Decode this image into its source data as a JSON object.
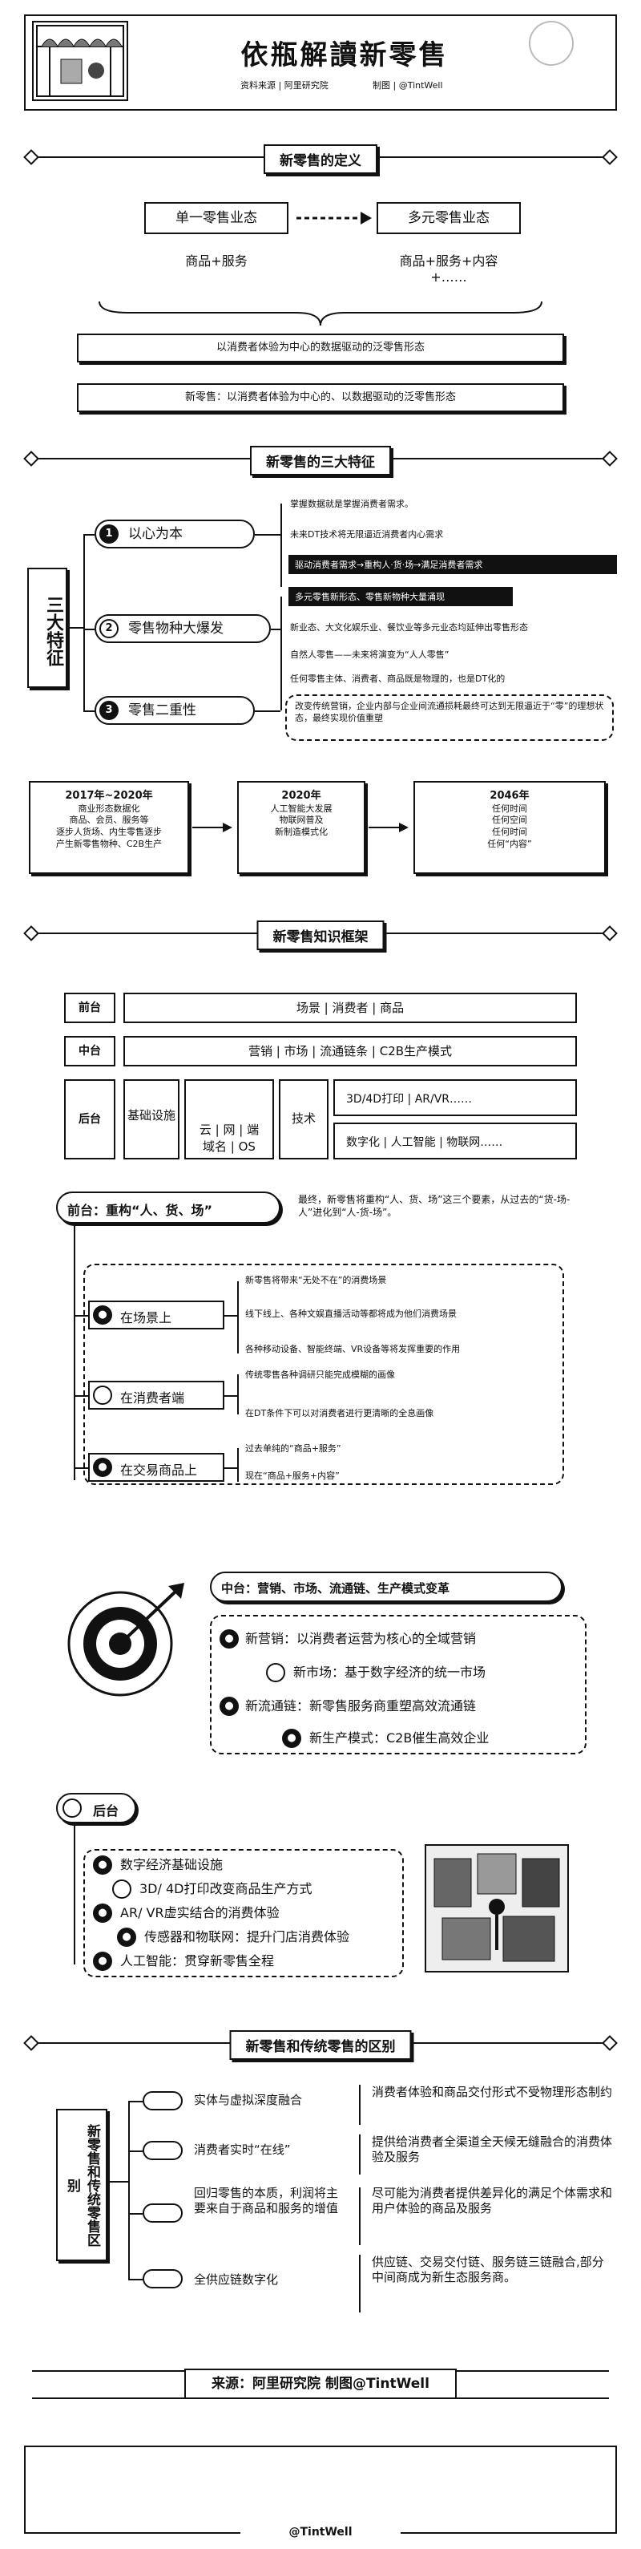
{
  "header": {
    "title": "依瓶解讀新零售",
    "source_left": "资料来源 | 阿里研究院",
    "source_right": "制图 | @TintWell"
  },
  "s1": {
    "banner": "新零售的定义",
    "from_label": "单一零售业态",
    "to_label": "多元零售业态",
    "from_sub": "商品+服务",
    "to_sub": "商品+服务+内容+……",
    "bar1": "以消费者体验为中心的数据驱动的泛零售形态",
    "bar2": "新零售：以消费者体验为中心的、以数据驱动的泛零售形态"
  },
  "s2": {
    "banner": "新零售的三大特征",
    "side_label": "三大特征",
    "f1": {
      "num": "1",
      "label": "以心为本"
    },
    "f2": {
      "num": "2",
      "label": "零售物种大爆发"
    },
    "f3": {
      "num": "3",
      "label": "零售二重性"
    },
    "notes1": [
      "掌握数据就是掌握消费者需求。",
      "未来DT技术将无限逼近消费者内心需求"
    ],
    "hl1": "驱动消费者需求→重构人·货·场→满足消费者需求",
    "hl2": "多元零售新形态、零售新物种大量涌现",
    "notes2": [
      "新业态、大文化娱乐业、餐饮业等多元业态均延伸出零售形态",
      "自然人零售——未来将演变为“人人零售”"
    ],
    "notes3": [
      "任何零售主体、消费者、商品既是物理的，也是DT化的",
      "改变传统营销，企业内部与企业间流通损耗最终可达到无限逼近于“零”的理想状态，最终实现价值重塑"
    ],
    "timeline": [
      {
        "title": "2017年~2020年",
        "text": "商业形态数据化\n商品、会员、服务等\n逐步人货场、内生零售逐步\n产生新零售物种、C2B生产"
      },
      {
        "title": "2020年",
        "text": "人工智能大发展\n物联网普及\n新制造模式化"
      },
      {
        "title": "2046年",
        "text": "任何时间\n任何空间\n任何时间\n任何“内容”"
      }
    ]
  },
  "s3": {
    "banner": "新零售知识框架",
    "row1": {
      "tag": "前台",
      "text": "场景 | 消费者 | 商品"
    },
    "row2": {
      "tag": "中台",
      "text": "营销 | 市场 | 流通链条 | C2B生产模式"
    },
    "row3": {
      "tag": "后台",
      "c1": "基础设施",
      "c2": "云 | 网 | 端\n域名 | OS",
      "c3": "技术",
      "c4": "3D/4D打印 | AR/VR……",
      "c5": "数字化 | 人工智能 | 物联网……"
    },
    "front": {
      "label": "前台：重构“人、货、场”",
      "desc": "最终，新零售将重构“人、货、场”这三个要素，从过去的“货-场-人”进化到“人-货-场”。",
      "items": [
        {
          "label": "在场景上",
          "notes": [
            "新零售将带来“无处不在”的消费场景",
            "线下线上、各种文娱直播活动等都将成为他们消费场景",
            "各种移动设备、智能终端、VR设备等将发挥重要的作用"
          ]
        },
        {
          "label": "在消费者端",
          "notes": [
            "传统零售各种调研只能完成模糊的画像",
            "在DT条件下可以对消费者进行更清晰的全息画像"
          ]
        },
        {
          "label": "在交易商品上",
          "notes": [
            "过去单纯的“商品+服务”",
            "现在“商品+服务+内容”"
          ]
        }
      ]
    },
    "middle": {
      "label": "中台：营销、市场、流通链、生产模式变革",
      "items": [
        "新营销：以消费者运营为核心的全域营销",
        "新市场：基于数字经济的统一市场",
        "新流通链：新零售服务商重塑高效流通链",
        "新生产模式：C2B催生高效企业"
      ]
    },
    "back": {
      "label": "后台",
      "items": [
        "数字经济基础设施",
        "3D/ 4D打印改变商品生产方式",
        "AR/ VR虚实结合的消费体验",
        "传感器和物联网：提升门店消费体验",
        "人工智能：贯穿新零售全程"
      ]
    }
  },
  "s4": {
    "banner": "新零售和传统零售的区别",
    "side_label": "新零售和传统零售区别",
    "rows": [
      {
        "left": "实体与虚拟深度融合",
        "right": "消费者体验和商品交付形式不受物理形态制约"
      },
      {
        "left": "消费者实时“在线”",
        "right": "提供给消费者全渠道全天候无缝融合的消费体验及服务"
      },
      {
        "left": "回归零售的本质，利润将主要来自于商品和服务的增值",
        "right": "尽可能为消费者提供差异化的满足个体需求和用户体验的商品及服务"
      },
      {
        "left": "全供应链数字化",
        "right": "供应链、交易交付链、服务链三链融合,部分中间商成为新生态服务商。"
      }
    ]
  },
  "footer": {
    "credit": "来源：阿里研究院 制图@TintWell",
    "handle": "@TintWell"
  }
}
